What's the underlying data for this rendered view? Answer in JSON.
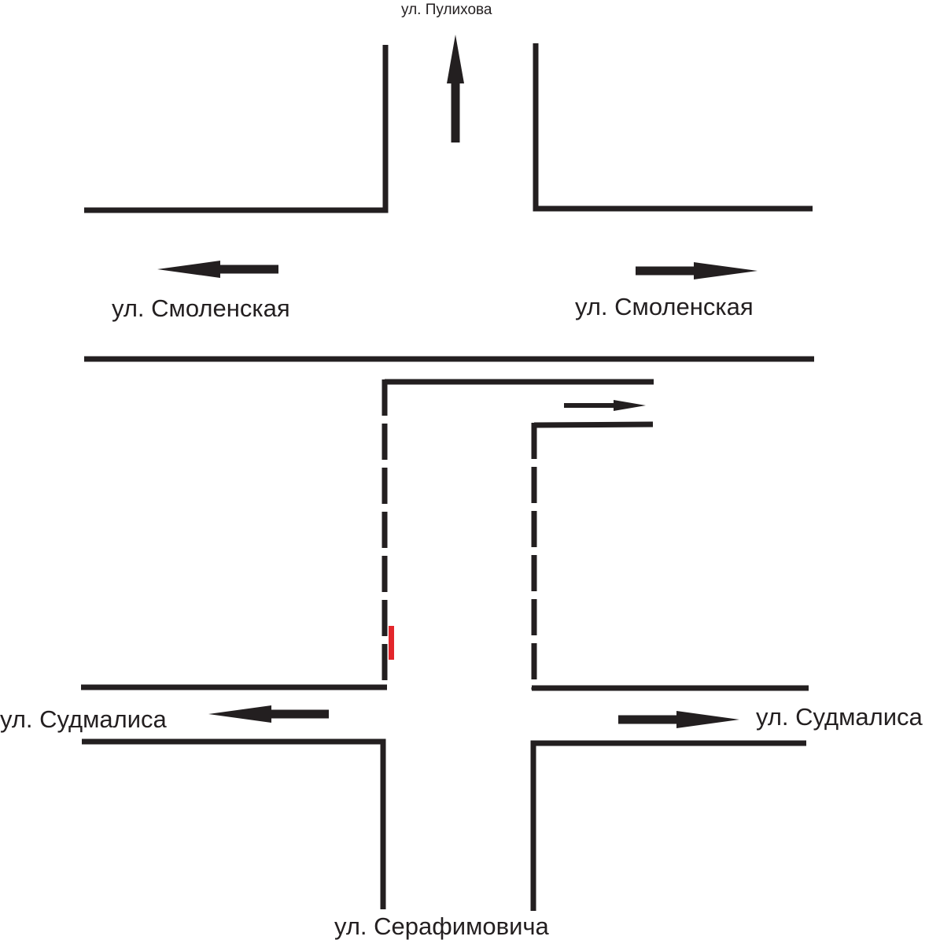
{
  "streets": {
    "north": "ул. Пулихова",
    "west_upper": "ул. Смоленская",
    "east_upper": "ул. Смоленская",
    "west_lower": "ул. Судмалиса",
    "east_lower": "ул. Судмалиса",
    "south": "ул. Серафимовича"
  },
  "colors": {
    "road": "#231f20",
    "marker": "#e3262b"
  }
}
